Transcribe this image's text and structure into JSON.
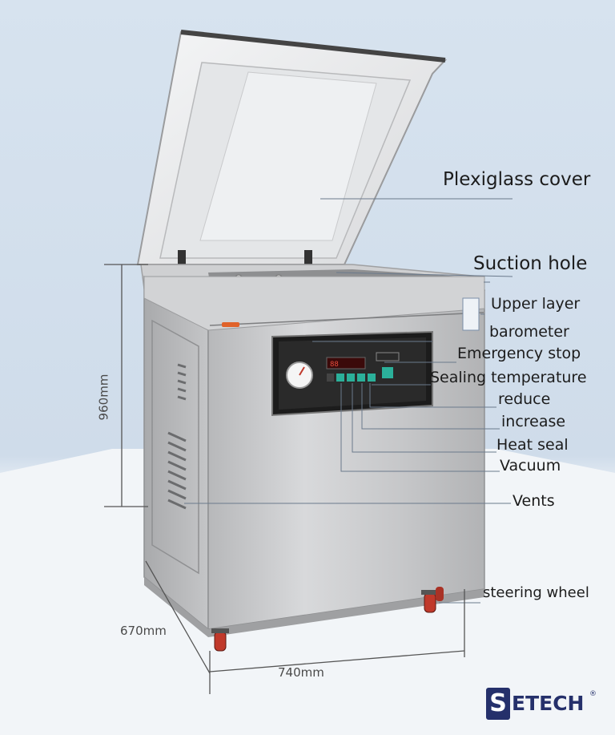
{
  "labels": {
    "plexiglass_cover": "Plexiglass cover",
    "suction_hole": "Suction hole",
    "upper_layer": "Upper layer",
    "barometer": "barometer",
    "emergency_stop": "Emergency stop",
    "sealing_temperature": "Sealing temperature",
    "reduce": "reduce",
    "increase": "increase",
    "heat_seal": "Heat seal",
    "vacuum": "Vacuum",
    "vents": "Vents",
    "steering_wheel": "steering wheel"
  },
  "dimensions": {
    "height": "960mm",
    "depth": "670mm",
    "width": "740mm"
  },
  "logo": {
    "initial": "S",
    "rest": "ETECH",
    "mark": "®"
  },
  "colors": {
    "steel": "#c8c9cb",
    "panel": "#1a1a1a",
    "wheel": "#c0392b",
    "logo": "#25306b"
  }
}
